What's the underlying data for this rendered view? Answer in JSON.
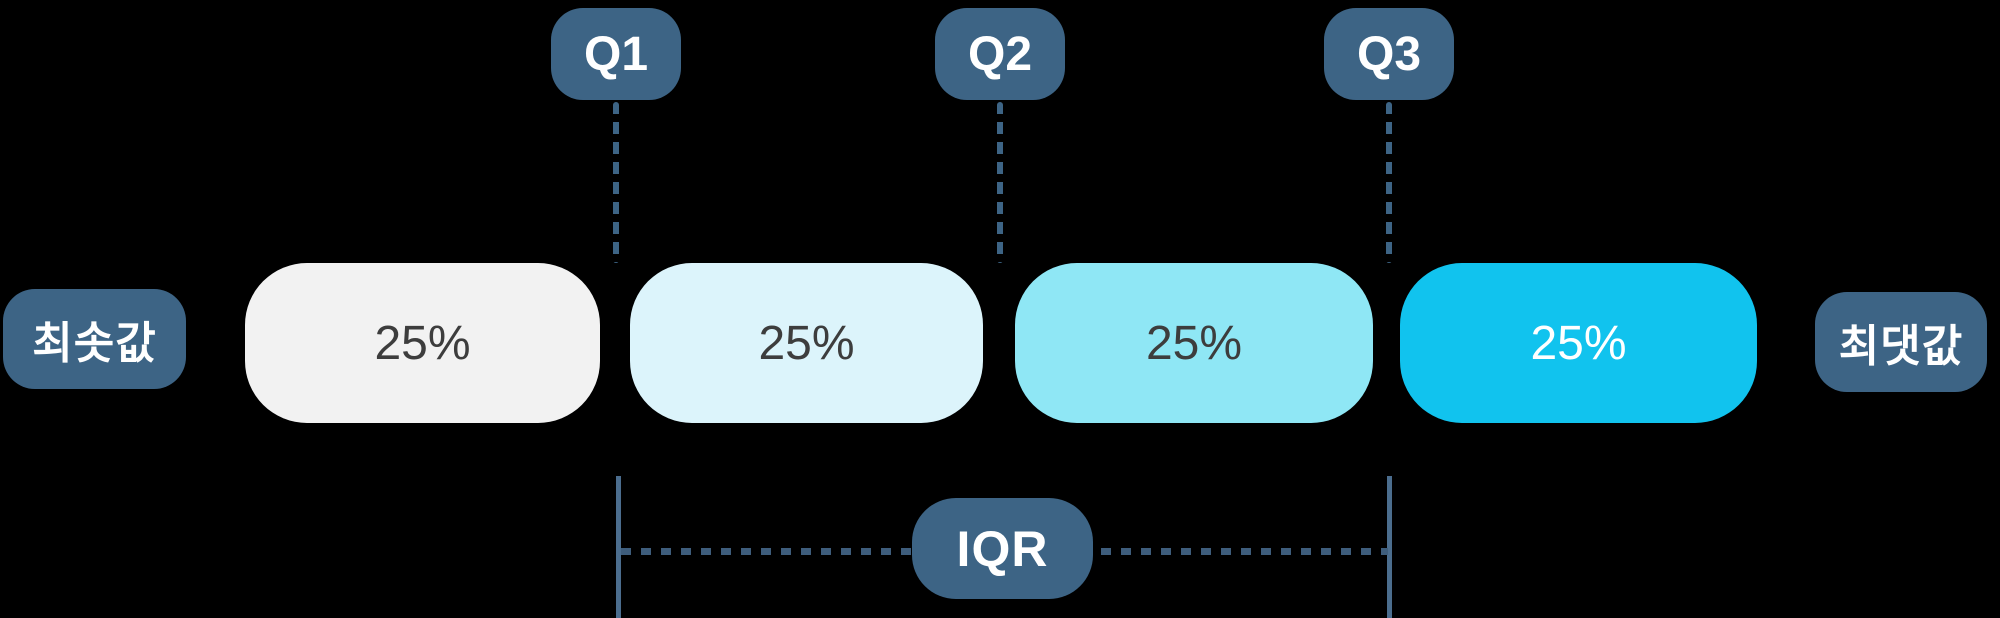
{
  "canvas": {
    "background": "#000000"
  },
  "colors": {
    "canvas_bg": "#000000",
    "badge_blue": "#3d6485",
    "line_blue": "#4b6d8e",
    "dot_blue": "#3e5d7c",
    "text_light": "#ffffff",
    "text_dark": "#3d3d3d"
  },
  "quartile_markers": [
    {
      "label": "Q1"
    },
    {
      "label": "Q2"
    },
    {
      "label": "Q3"
    }
  ],
  "endpoints": {
    "min_label": "최솟값",
    "max_label": "최댓값"
  },
  "segments": [
    {
      "value": "25%",
      "fill": "#f2f2f2",
      "text_color": "#3d3d3d"
    },
    {
      "value": "25%",
      "fill": "#dcf4fb",
      "text_color": "#3d3d3d"
    },
    {
      "value": "25%",
      "fill": "#8fe7f5",
      "text_color": "#3d3d3d"
    },
    {
      "value": "25%",
      "fill": "#11c3ee",
      "text_color": "#ffffff"
    }
  ],
  "iqr": {
    "label": "IQR"
  }
}
